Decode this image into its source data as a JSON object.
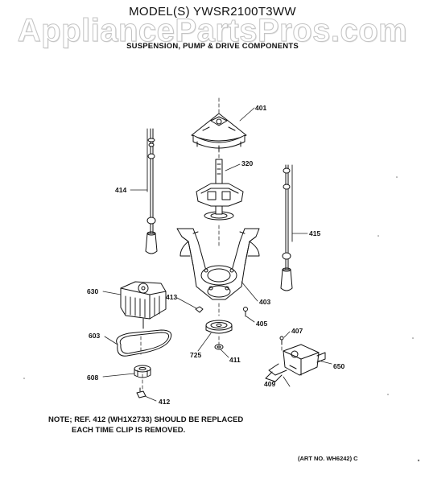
{
  "header": {
    "model": "MODEL(S) YWSR2100T3WW",
    "watermark": "AppliancePartsPros.com",
    "section": "SUSPENSION, PUMP & DRIVE COMPONENTS"
  },
  "callouts": {
    "p401": "401",
    "p320": "320",
    "p414": "414",
    "p415": "415",
    "p630": "630",
    "p413": "413",
    "p403": "403",
    "p405": "405",
    "p407": "407",
    "p603": "603",
    "p725": "725",
    "p411": "411",
    "p650": "650",
    "p608": "608",
    "p409": "409",
    "p412": "412"
  },
  "note": {
    "line1": "NOTE; REF. 412 (WH1X2733) SHOULD BE REPLACED",
    "line2": "EACH TIME CLIP IS REMOVED."
  },
  "art_number": "(ART NO. WH6242) C",
  "colors": {
    "ink": "#111111",
    "watermark_outline": "#c4c4c4"
  }
}
